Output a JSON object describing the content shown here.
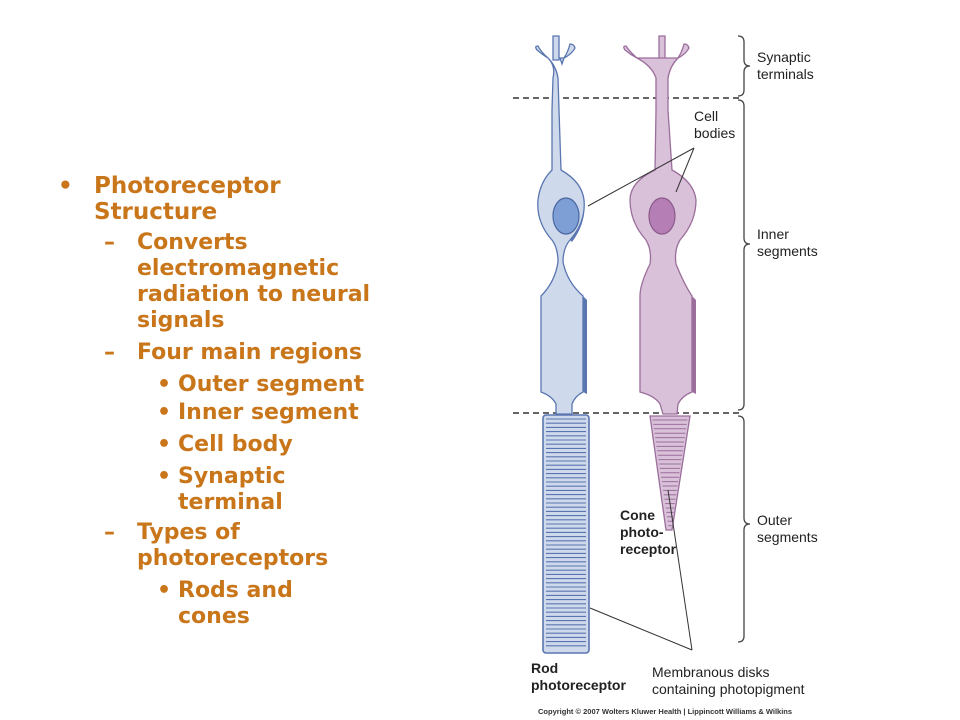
{
  "slide": {
    "bullets": {
      "title": "Photoreceptor Structure",
      "sub1": "Converts electromagnetic radiation to neural signals",
      "sub2": "Four main regions",
      "regions": [
        "Outer segment",
        "Inner segment",
        "Cell body",
        "Synaptic terminal"
      ],
      "sub3": "Types of photoreceptors",
      "types": [
        "Rods and cones"
      ],
      "bullet_char": "•",
      "dash_char": "–"
    },
    "colors": {
      "bullet_text": "#c9761b",
      "rod_fill": "#cfd9ec",
      "rod_outline": "#5a76b0",
      "rod_nucleus": "#7d9fd6",
      "cone_fill": "#d9c1d9",
      "cone_outline": "#9b6e9b",
      "cone_nucleus": "#b57fb5"
    },
    "diagram": {
      "label_synaptic": [
        "Synaptic",
        "terminals"
      ],
      "label_cell_bodies": [
        "Cell",
        "bodies"
      ],
      "label_inner": [
        "Inner",
        "segments"
      ],
      "label_outer": [
        "Outer",
        "segments"
      ],
      "label_cone": [
        "Cone",
        "photo-",
        "receptor"
      ],
      "label_rod": [
        "Rod",
        "photoreceptor"
      ],
      "label_disks": [
        "Membranous disks",
        "containing photopigment"
      ],
      "copyright": "Copyright © 2007 Wolters Kluwer Health | Lippincott Williams & Wilkins"
    }
  }
}
